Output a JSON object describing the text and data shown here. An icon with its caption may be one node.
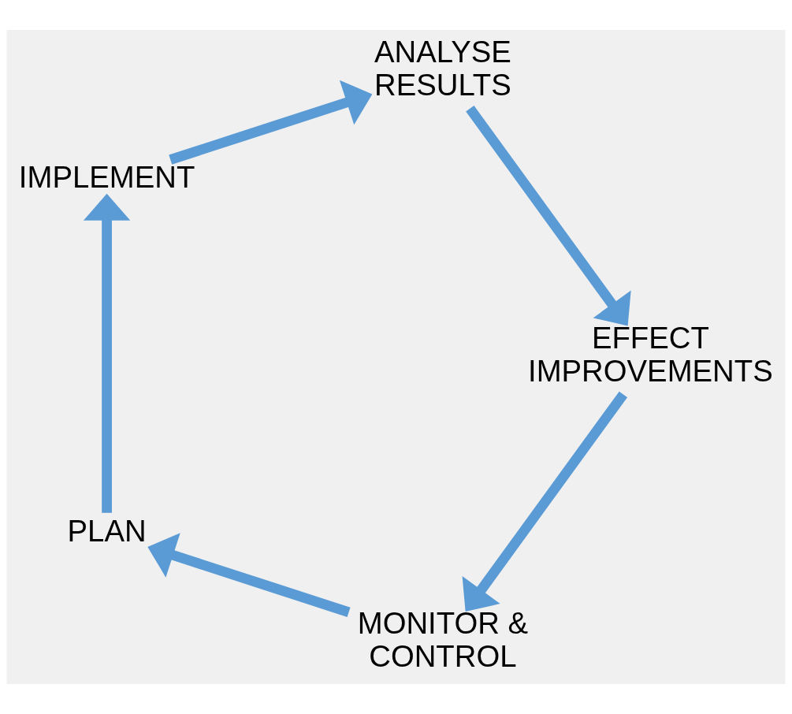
{
  "diagram": {
    "nodes": [
      {
        "text": [
          "MONITOR & CONTROL"
        ]
      },
      {
        "text": [
          "PLAN"
        ]
      },
      {
        "text": [
          "EFFECT IMPROVEMENTS"
        ]
      },
      {
        "text": [
          "IMPLEMENT"
        ]
      },
      {
        "text": [
          "ANALYSE RESULTS"
        ]
      }
    ],
    "edges": [
      {
        "from": 0,
        "to": 1,
        "arrow": "to"
      },
      {
        "from": 1,
        "to": 3,
        "arrow": "to"
      },
      {
        "from": 3,
        "to": 4,
        "arrow": "to"
      },
      {
        "from": 4,
        "to": 2,
        "arrow": "to"
      },
      {
        "from": 2,
        "to": 0,
        "arrow": "to"
      }
    ]
  }
}
